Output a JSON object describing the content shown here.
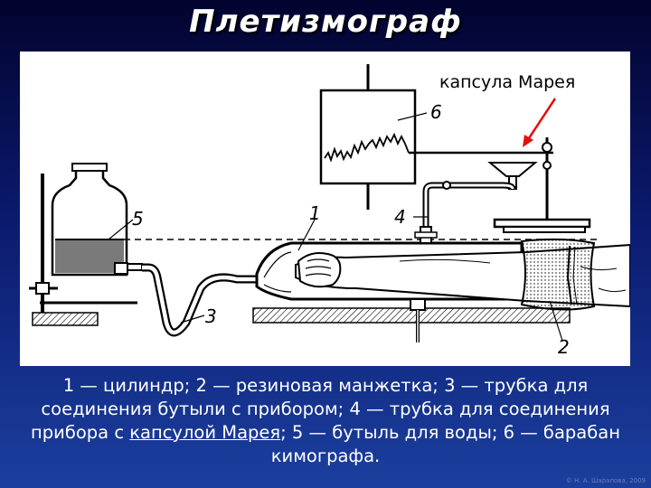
{
  "title": "Плетизмограф",
  "figure": {
    "annotation": "капсула Марея",
    "labels": {
      "n1": "1",
      "n2": "2",
      "n3": "3",
      "n4": "4",
      "n5": "5",
      "n6": "6"
    }
  },
  "caption": {
    "part1": "1 — цилиндр; 2 — резиновая манжетка; 3 — трубка для соединения бутыли с прибором; 4 — трубка для соединения прибора с ",
    "link": "капсулой Марея",
    "part2": "; 5 — бутыль для воды; 6 — барабан кимографа."
  },
  "copyright": "© Н. А. Шарапова, 2009",
  "colors": {
    "background_top": "#02032e",
    "background_bottom": "#1b3f9e",
    "annotation_text": "#000000",
    "arrow": "#e01010"
  }
}
